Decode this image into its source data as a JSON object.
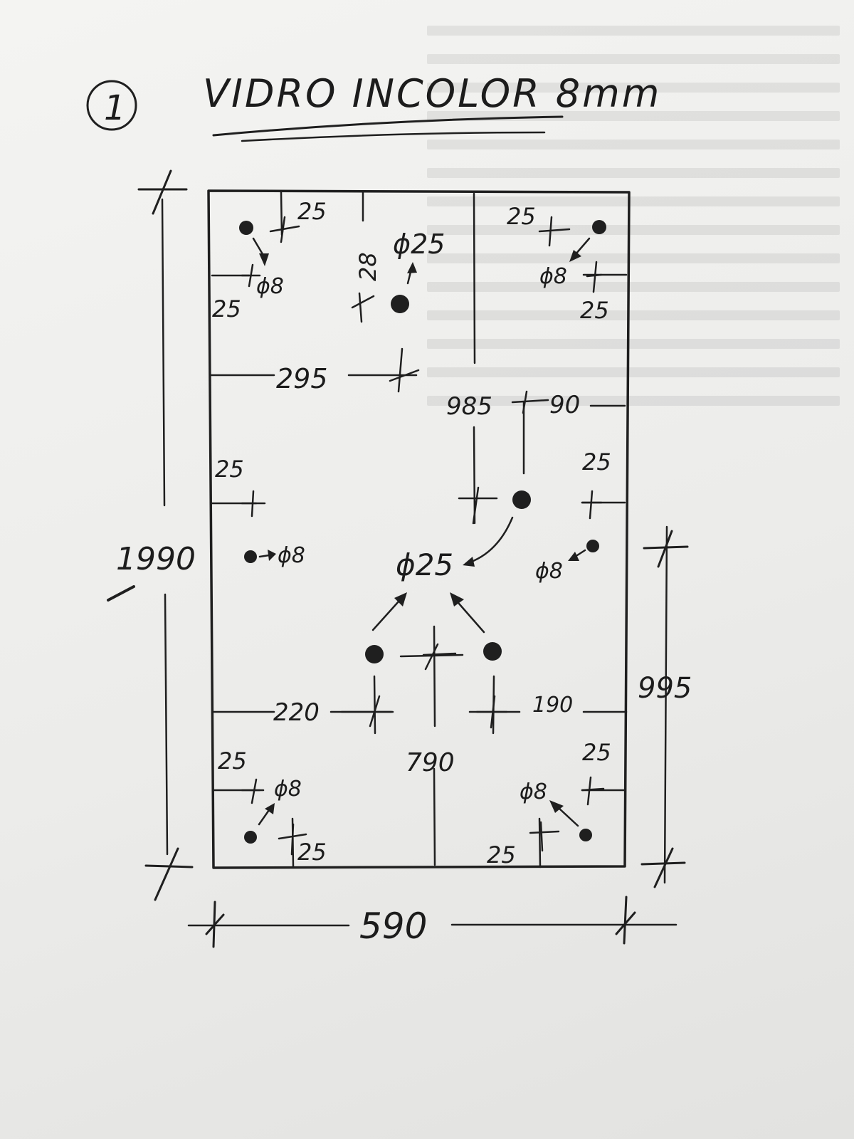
{
  "sheet": {
    "item_number": "1",
    "title": "VIDRO INCOLOR 8mm"
  },
  "panel": {
    "width": "590",
    "height": "1990",
    "right_height": "995"
  },
  "dimensions": {
    "d295": "295",
    "d985": "985",
    "d90": "90",
    "d28": "28",
    "d220": "220",
    "d790": "790",
    "d190": "190",
    "e25": "25",
    "phi8": "ϕ8",
    "phi25": "ϕ25"
  },
  "colors": {
    "ink": "#1f1f1f",
    "paper": "#f1f1ef"
  }
}
